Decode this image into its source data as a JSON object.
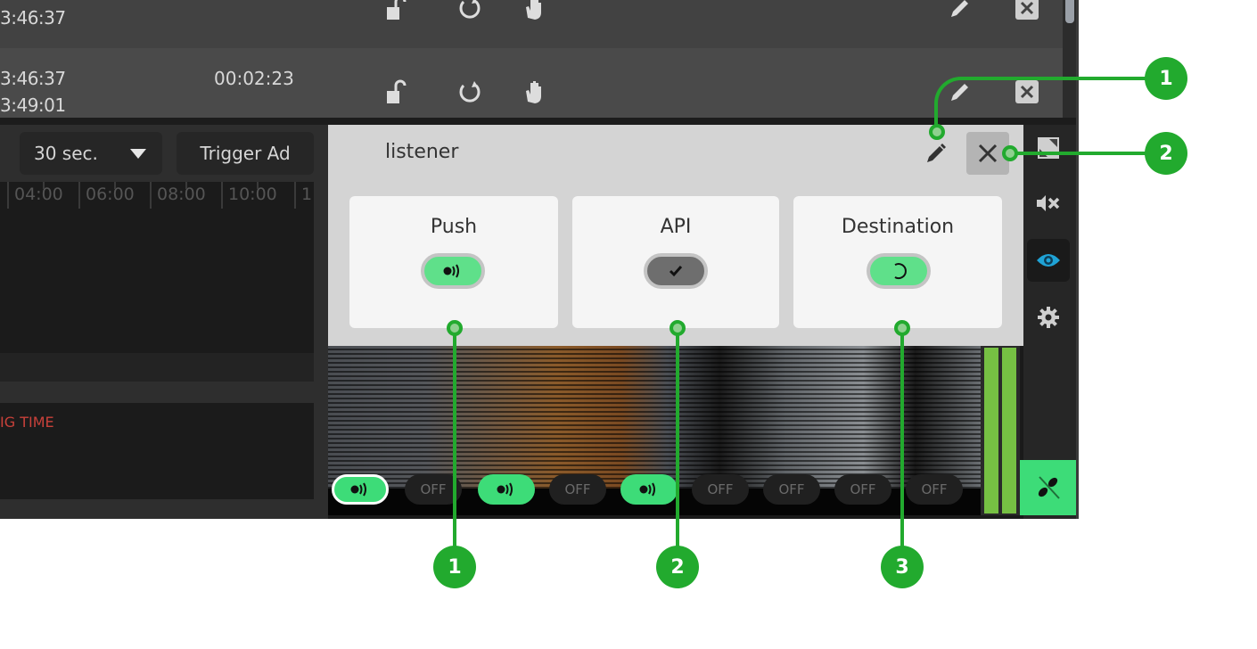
{
  "list": {
    "rows": [
      {
        "start": "3:46:37",
        "end": "",
        "duration": "",
        "lock": "unlock-icon",
        "replay": "replay-icon",
        "hold": "hand-icon",
        "edit": "pencil-icon",
        "remove": "close-box-icon"
      },
      {
        "start": "3:46:37",
        "end": "3:49:01",
        "duration": "00:02:23",
        "lock": "unlock-icon",
        "replay": "replay-icon",
        "hold": "hand-icon",
        "edit": "pencil-icon",
        "remove": "close-box-icon"
      }
    ]
  },
  "controls": {
    "duration_select": "30 sec.",
    "trigger_button": "Trigger Ad"
  },
  "timeline": {
    "ticks": [
      "04:00",
      "06:00",
      "08:00",
      "10:00",
      "1"
    ]
  },
  "log": {
    "text": "IG TIME"
  },
  "popup": {
    "title": "listener",
    "cards": [
      {
        "label": "Push",
        "state": "broadcasting",
        "color": "#5fe08a"
      },
      {
        "label": "API",
        "state": "checked",
        "color": "#6e6e6e"
      },
      {
        "label": "Destination",
        "state": "loading",
        "color": "#5fe08a"
      }
    ]
  },
  "video": {
    "pills": [
      {
        "label": "",
        "state": "on",
        "selected": true
      },
      {
        "label": "OFF",
        "state": "off"
      },
      {
        "label": "",
        "state": "on"
      },
      {
        "label": "OFF",
        "state": "off"
      },
      {
        "label": "",
        "state": "on"
      },
      {
        "label": "OFF",
        "state": "off"
      },
      {
        "label": "OFF",
        "state": "off"
      },
      {
        "label": "OFF",
        "state": "off"
      },
      {
        "label": "OFF",
        "state": "off"
      }
    ]
  },
  "toolbar": {
    "items": [
      "expand-icon",
      "mute-icon",
      "eye-icon",
      "gear-icon"
    ],
    "remote_button": "remote-off-icon"
  },
  "callouts": {
    "top": [
      "1",
      "2"
    ],
    "bottom": [
      "1",
      "2",
      "3"
    ]
  },
  "colors": {
    "accent_green": "#3ddc78",
    "callout_green": "#22aa2e",
    "eye_active": "#1fa3d6",
    "log_red": "#c8413a"
  }
}
